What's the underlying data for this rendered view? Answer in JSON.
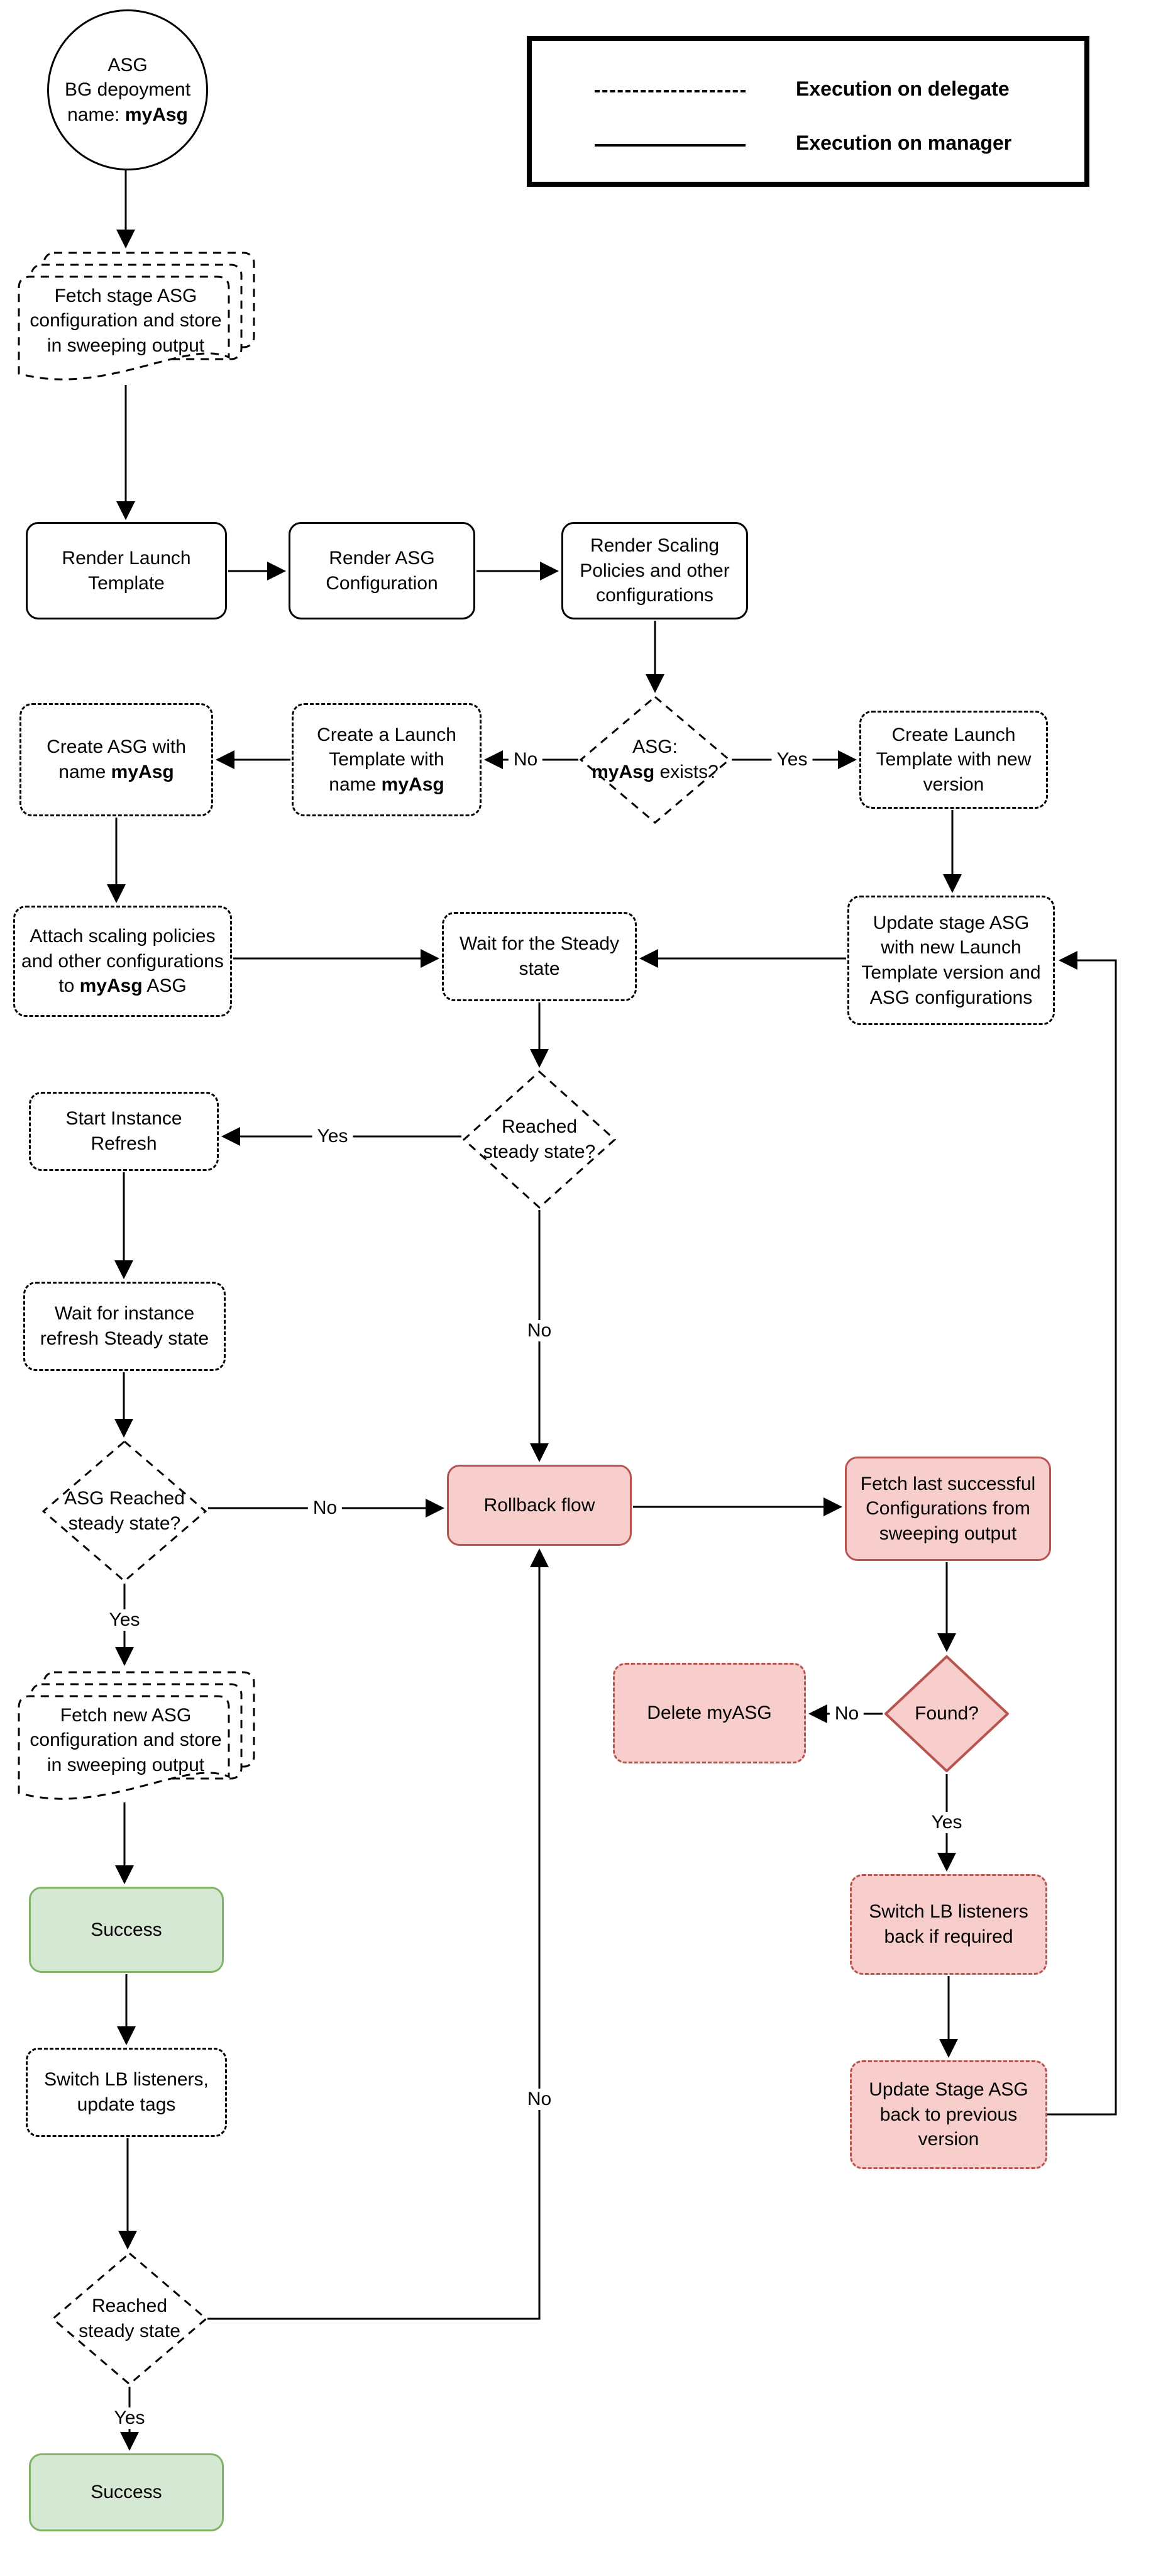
{
  "legend": {
    "delegate_label": "Execution on delegate",
    "manager_label": "Execution on manager"
  },
  "edge_labels": {
    "yes": "Yes",
    "no": "No"
  },
  "colors": {
    "fail_fill": "#f8cecc",
    "fail_stroke": "#b85450",
    "success_fill": "#d5e8d4",
    "success_stroke": "#82b366",
    "line": "#000000"
  },
  "nodes": {
    "start": {
      "line1": "ASG",
      "line2": "BG depoyment",
      "line3_prefix": "name: ",
      "line3_bold": "myAsg"
    },
    "fetch_stage": [
      "Fetch stage ASG",
      "configuration and store",
      "in sweeping output"
    ],
    "render_launch_template": [
      "Render Launch",
      "Template"
    ],
    "render_asg_configuration": [
      "Render ASG",
      "Configuration"
    ],
    "render_scaling_policies": [
      "Render Scaling",
      "Policies and other",
      "configurations"
    ],
    "asg_exists": {
      "line1": "ASG:",
      "bold": "myAsg",
      "suffix": " exists?"
    },
    "create_launch_template_named": {
      "line1": "Create a Launch",
      "line2": "Template with",
      "line3_prefix": "name ",
      "line3_bold": "myAsg"
    },
    "create_asg_named": {
      "line1": "Create ASG with",
      "line2_prefix": "name ",
      "line2_bold": "myAsg"
    },
    "create_launch_template_new": [
      "Create Launch",
      "Template with new",
      "version"
    ],
    "attach_scaling": {
      "line1": "Attach scaling policies",
      "line2": "and other configurations",
      "line3_prefix": "to ",
      "line3_bold": "myAsg",
      "line3_suffix": " ASG"
    },
    "update_stage_asg": [
      "Update stage ASG",
      "with new Launch",
      "Template version and",
      "ASG configurations"
    ],
    "wait_steady": [
      "Wait for the Steady",
      "state"
    ],
    "reached_steady_q": [
      "Reached",
      "steady state?"
    ],
    "start_instance_refresh": [
      "Start Instance",
      "Refresh"
    ],
    "wait_instance_refresh": [
      "Wait for instance",
      "refresh Steady state"
    ],
    "asg_reached_q": [
      "ASG Reached",
      "steady state?"
    ],
    "rollback": "Rollback flow",
    "fetch_last": [
      "Fetch last successful",
      "Configurations from",
      "sweeping output"
    ],
    "found_q": "Found?",
    "delete_myasg": "Delete myASG",
    "fetch_new": [
      "Fetch new ASG",
      "configuration and store",
      "in sweeping output"
    ],
    "success_1": "Success",
    "switch_lb_tags": [
      "Switch LB listeners,",
      "update tags"
    ],
    "switch_lb_back": [
      "Switch LB listeners",
      "back if required"
    ],
    "update_stage_back": [
      "Update Stage ASG",
      "back to previous",
      "version"
    ],
    "reached_steady_final": [
      "Reached",
      "steady state"
    ],
    "success_2": "Success"
  }
}
